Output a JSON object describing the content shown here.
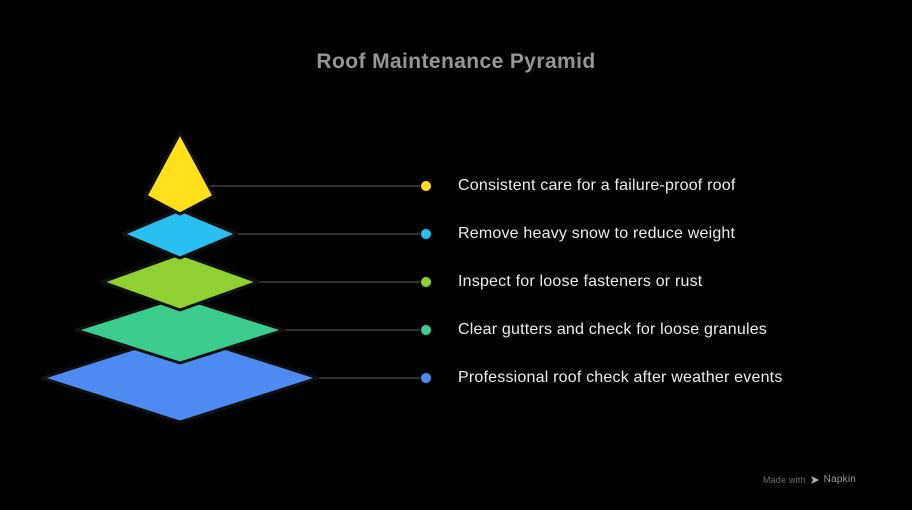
{
  "title": "Roof Maintenance Pyramid",
  "levels": [
    {
      "label": "Consistent care for a failure-proof roof",
      "color": "#FFE01A"
    },
    {
      "label": "Remove heavy snow to reduce weight",
      "color": "#29BFF0"
    },
    {
      "label": "Inspect for loose fasteners or rust",
      "color": "#8FD133"
    },
    {
      "label": "Clear gutters and check for loose granules",
      "color": "#3CCD8E"
    },
    {
      "label": "Professional roof check after weather events",
      "color": "#4D8BF3"
    }
  ],
  "footer": {
    "made_with": "Made with",
    "brand": "Napkin"
  }
}
